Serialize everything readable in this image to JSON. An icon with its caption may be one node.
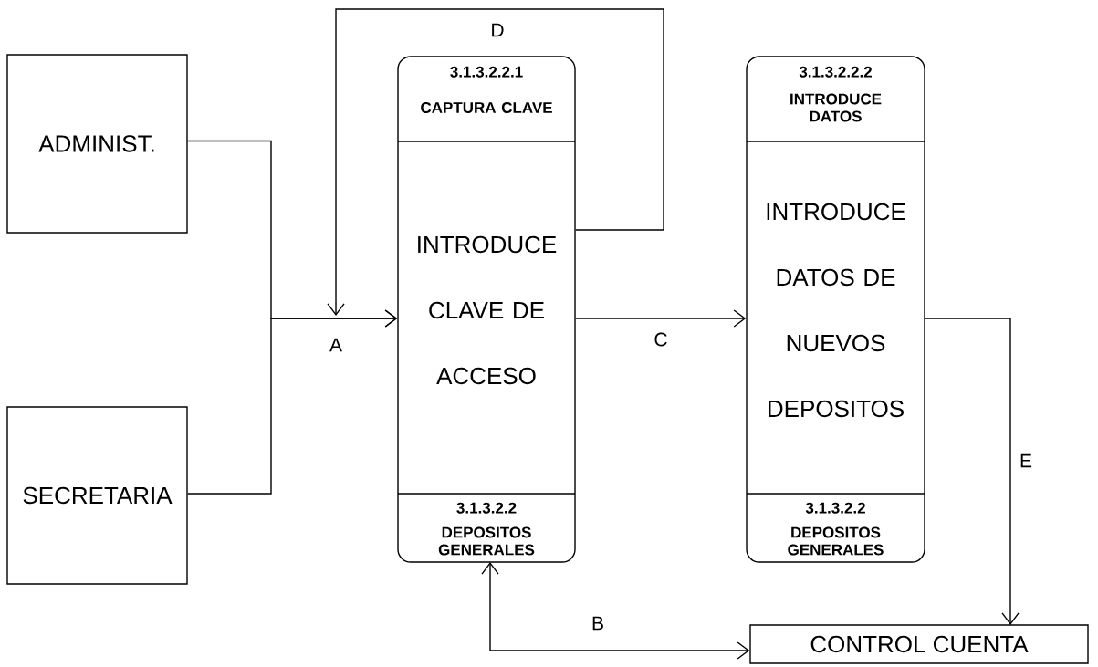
{
  "diagram": {
    "nodes": [
      {
        "text": [
          "ADMINIST."
        ]
      },
      {
        "text": [
          "SECRETARIA"
        ]
      },
      {
        "text": [
          "3.1.3.2.2.1",
          "CAPTURA CLAVE",
          "INTRODUCE CLAVE DE ACCESO",
          "3.1.3.2.2",
          "DEPOSITOS GENERALES"
        ]
      },
      {
        "text": [
          "3.1.3.2.2.2",
          "INTRODUCE DATOS",
          "INTRODUCE DATOS DE NUEVOS DEPOSITOS",
          "3.1.3.2.2",
          "DEPOSITOS GENERALES"
        ]
      },
      {
        "text": [
          "CONTROL CUENTA"
        ]
      }
    ],
    "edges": [
      {
        "from": 0,
        "to": 2,
        "arrow": "to",
        "label": "A"
      },
      {
        "from": 1,
        "to": 2,
        "arrow": "to"
      },
      {
        "from": 2,
        "to": 2,
        "arrow": "to",
        "label": "D"
      },
      {
        "from": 2,
        "to": 3,
        "arrow": "to",
        "label": "C"
      },
      {
        "from": 4,
        "to": 2,
        "arrow": "both",
        "label": "B"
      },
      {
        "from": 3,
        "to": 4,
        "arrow": "to",
        "label": "E"
      }
    ]
  }
}
